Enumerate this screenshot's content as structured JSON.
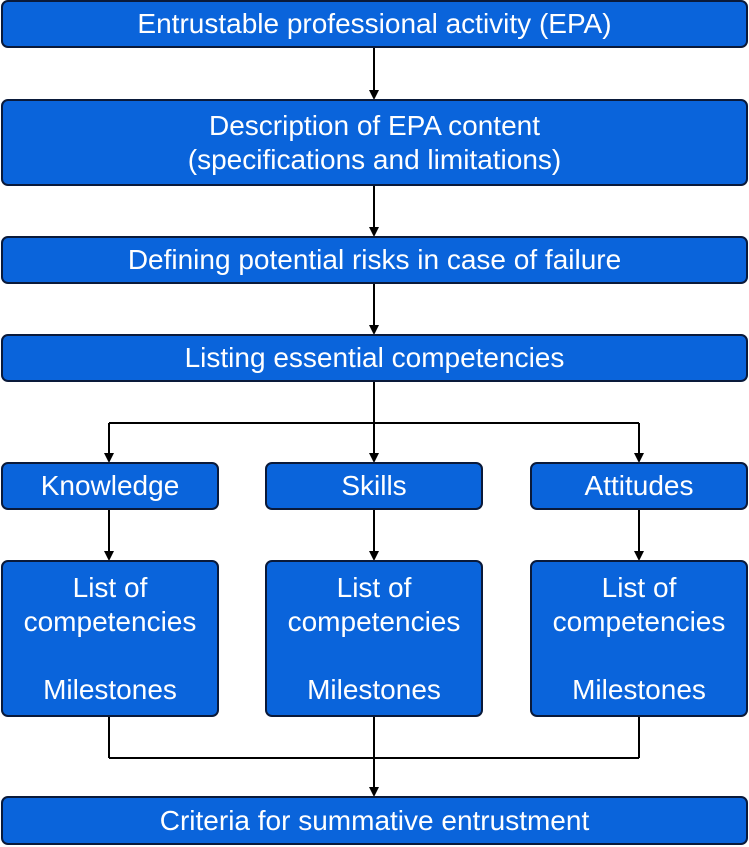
{
  "colors": {
    "box_fill": "#0a64db",
    "box_border": "#0a1a3a",
    "text": "#ffffff",
    "connector": "#000000"
  },
  "steps": {
    "epa": "Entrustable professional activity (EPA)",
    "description_line1": "Description of EPA content",
    "description_line2": "(specifications and limitations)",
    "risks": "Defining potential risks in case of failure",
    "competencies": "Listing essential competencies",
    "criteria": "Criteria for summative entrustment"
  },
  "domains": [
    {
      "title": "Knowledge",
      "list_line1": "List of",
      "list_line2": "competencies",
      "milestones": "Milestones"
    },
    {
      "title": "Skills",
      "list_line1": "List of",
      "list_line2": "competencies",
      "milestones": "Milestones"
    },
    {
      "title": "Attitudes",
      "list_line1": "List of",
      "list_line2": "competencies",
      "milestones": "Milestones"
    }
  ]
}
